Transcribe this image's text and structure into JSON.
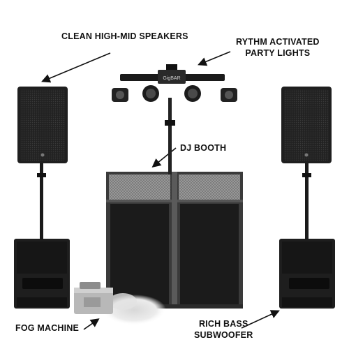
{
  "labels": {
    "speakers": "CLEAN HIGH-MID SPEAKERS",
    "lights_line1": "RYTHM ACTIVATED",
    "lights_line2": "PARTY LIGHTS",
    "booth": "DJ BOOTH",
    "fog": "FOG MACHINE",
    "sub_line1": "RICH BASS",
    "sub_line2": "SUBWOOFER"
  },
  "light_bar_brand": "GigBAR",
  "colors": {
    "equipment_black": "#1c1c1c",
    "metal_gray": "#9a9a9a",
    "fog_machine_silver": "#b8b8b8",
    "text": "#111111"
  }
}
